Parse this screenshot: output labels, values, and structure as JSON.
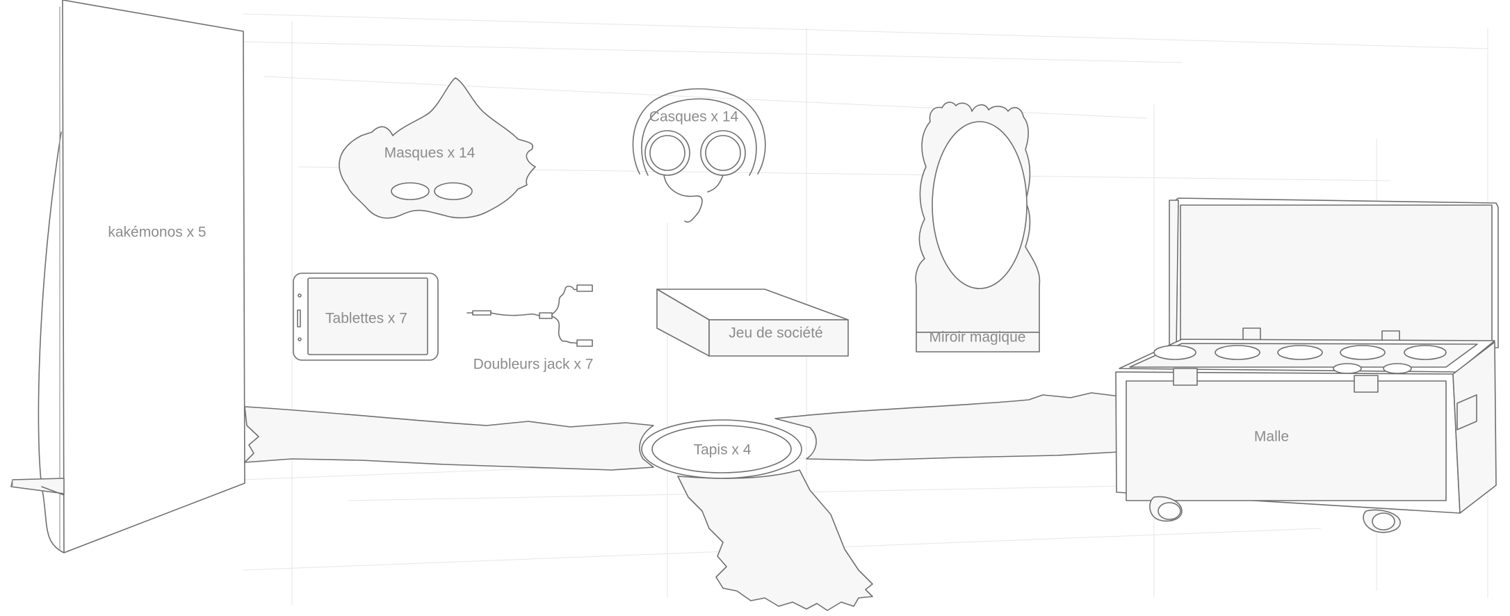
{
  "items": {
    "kakemonos": "kakémonos x 5",
    "masques": "Masques x 14",
    "casques": "Casques x 14",
    "miroir": "Miroir magique",
    "tablettes": "Tablettes x 7",
    "doubleurs": "Doubleurs jack x 7",
    "jeu": "Jeu de société",
    "malle": "Malle",
    "tapis": "Tapis x 4"
  },
  "colors": {
    "line": "#6f6f6f",
    "label": "#8c8c8c",
    "fill": "#f7f7f7",
    "background": "#ffffff"
  }
}
